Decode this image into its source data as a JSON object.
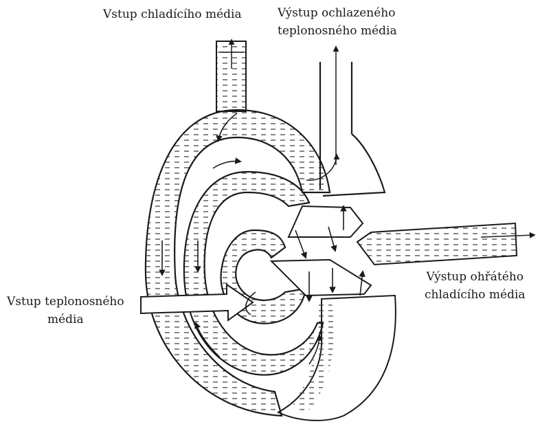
{
  "labels": {
    "cooling_inlet": "Vstup chladícího média",
    "cooled_outlet_line1": "Výstup ochlazeného",
    "cooled_outlet_line2": "teplonosného média",
    "heated_outlet_line1": "Výstup ohřátého",
    "heated_outlet_line2": "chladícího média",
    "carrier_inlet_line1": "Vstup teplonosného",
    "carrier_inlet_line2": "média"
  },
  "colors": {
    "stroke": "#1a1a1a",
    "hatch": "#444444",
    "background": "#ffffff"
  }
}
